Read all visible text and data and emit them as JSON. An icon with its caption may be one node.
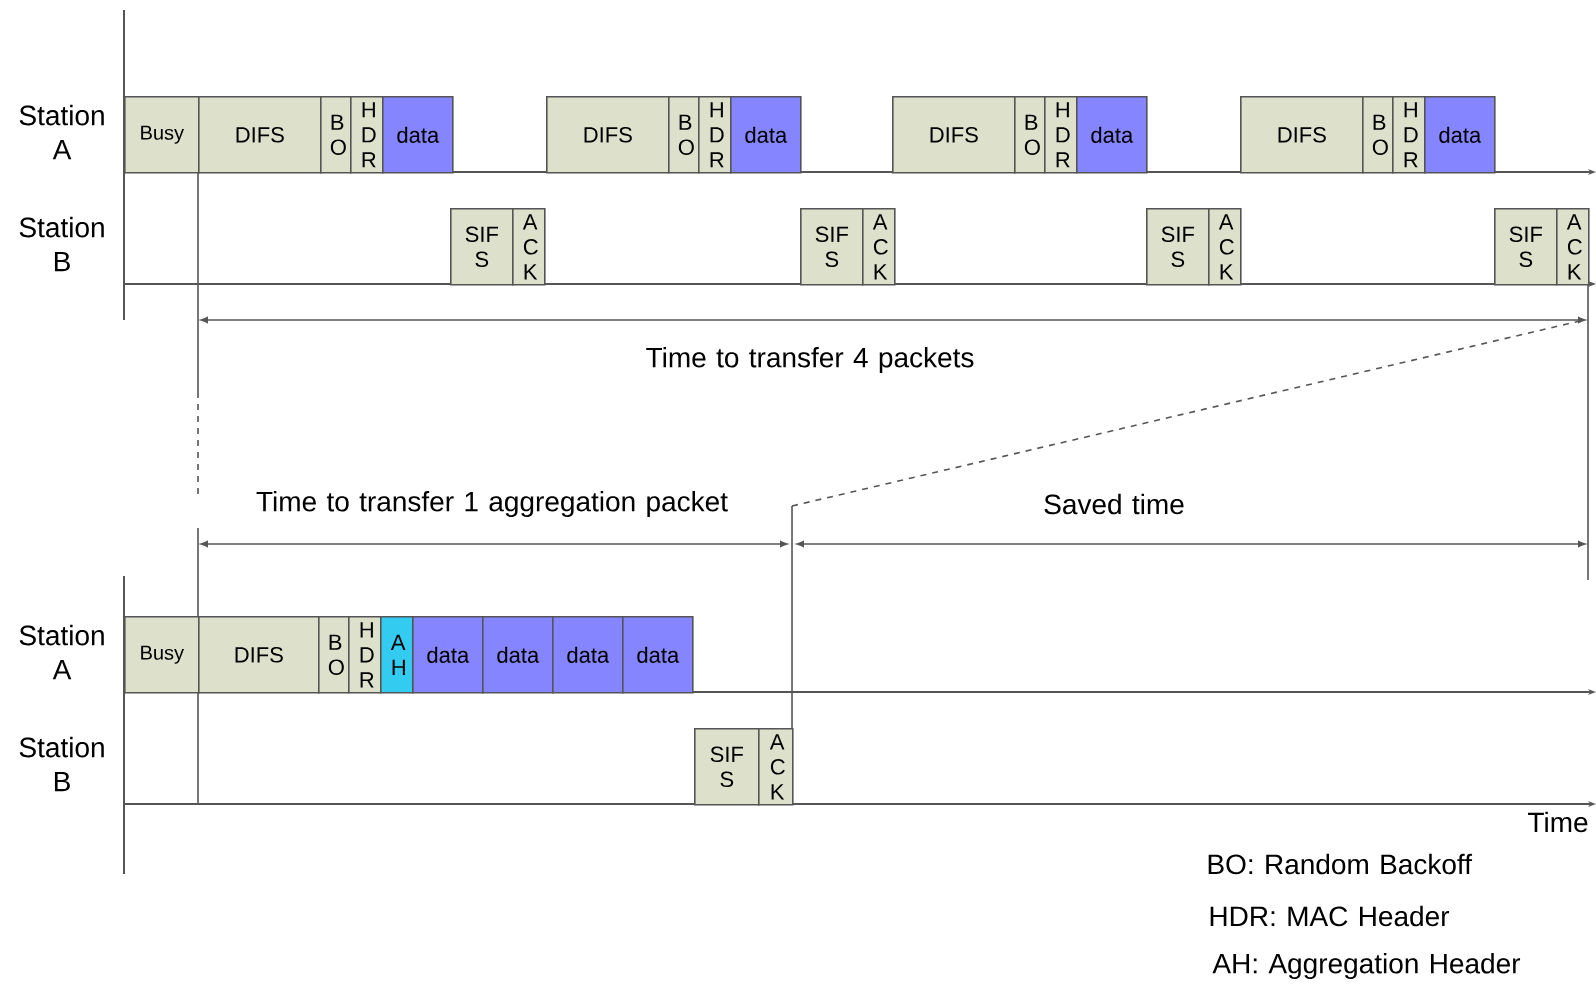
{
  "diagram": {
    "nodes": [
      {
        "text": [
          "Busy"
        ]
      },
      {
        "text": [
          "DIFS"
        ]
      },
      {
        "text": [
          "B O"
        ]
      },
      {
        "text": [
          "H D R"
        ]
      },
      {
        "text": [
          "data"
        ]
      },
      {
        "text": [
          "DIFS"
        ]
      },
      {
        "text": [
          "B O"
        ]
      },
      {
        "text": [
          "H D R"
        ]
      },
      {
        "text": [
          "data"
        ]
      },
      {
        "text": [
          "DIFS"
        ]
      },
      {
        "text": [
          "B O"
        ]
      },
      {
        "text": [
          "H D R"
        ]
      },
      {
        "text": [
          "data"
        ]
      },
      {
        "text": [
          "DIFS"
        ]
      },
      {
        "text": [
          "B O"
        ]
      },
      {
        "text": [
          "H D R"
        ]
      },
      {
        "text": [
          "data"
        ]
      },
      {
        "text": [
          "SIF S"
        ]
      },
      {
        "text": [
          "A C K"
        ]
      },
      {
        "text": [
          "SIF S"
        ]
      },
      {
        "text": [
          "A C K"
        ]
      },
      {
        "text": [
          "SIF S"
        ]
      },
      {
        "text": [
          "A C K"
        ]
      },
      {
        "text": [
          "SIF S"
        ]
      },
      {
        "text": [
          "A C K"
        ]
      },
      {
        "text": [
          "Busy"
        ]
      },
      {
        "text": [
          "DIFS"
        ]
      },
      {
        "text": [
          "B O"
        ]
      },
      {
        "text": [
          "H D R"
        ]
      },
      {
        "text": [
          "A H"
        ]
      },
      {
        "text": [
          "data"
        ]
      },
      {
        "text": [
          "data"
        ]
      },
      {
        "text": [
          "data"
        ]
      },
      {
        "text": [
          "data"
        ]
      },
      {
        "text": [
          "SIF S"
        ]
      },
      {
        "text": [
          "A C K"
        ]
      }
    ],
    "labels": [
      "Station A",
      "Station B",
      "Time to transfer 4 packets",
      "Time to transfer 1 aggregation packet",
      "Saved time",
      "Station A",
      "Station B",
      "Time",
      "BO: Random Backoff",
      "HDR: MAC Header",
      "AH: Aggregation Header"
    ]
  }
}
